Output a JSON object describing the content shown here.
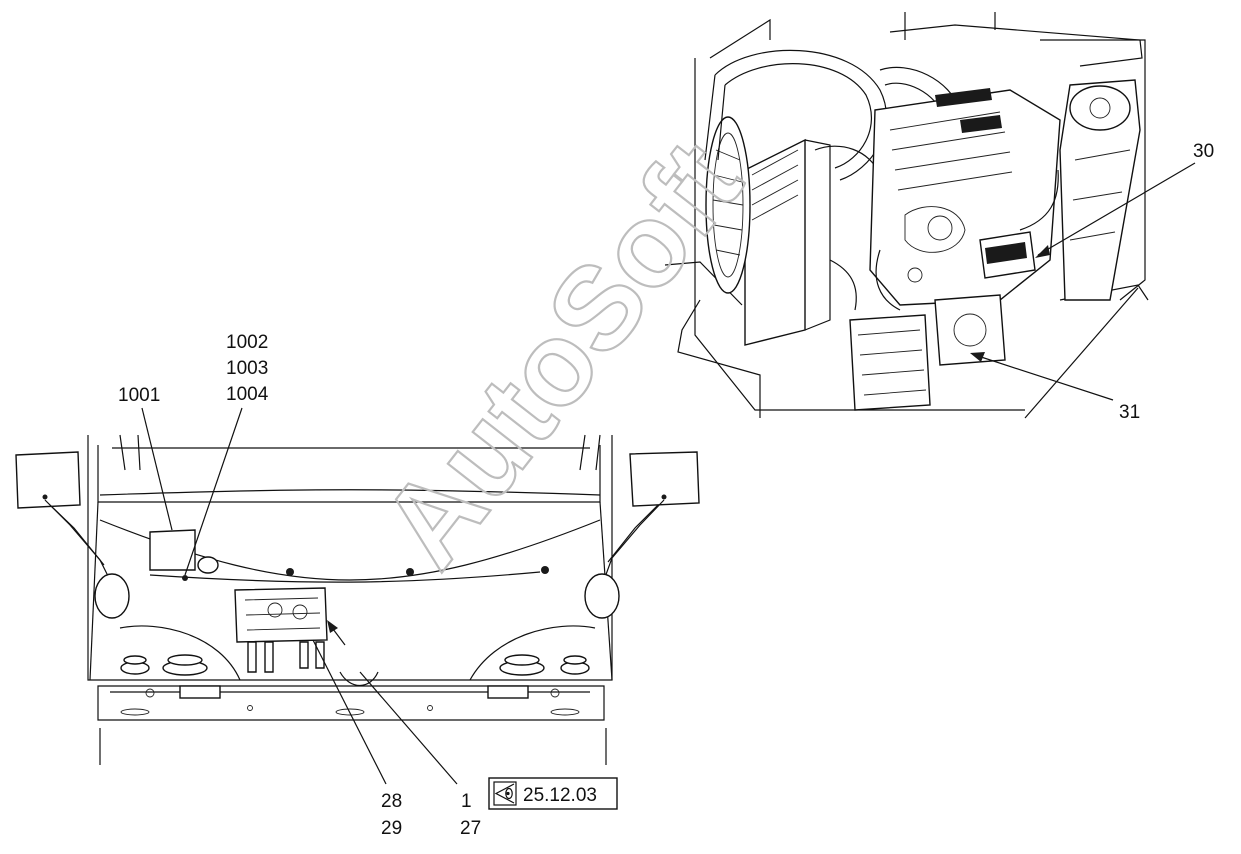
{
  "watermark": "AutoSoft",
  "callouts": {
    "c1001": "1001",
    "c1002": "1002",
    "c1003": "1003",
    "c1004": "1004",
    "c28": "28",
    "c29": "29",
    "c1": "1",
    "c27": "27",
    "c30": "30",
    "c31": "31"
  },
  "view_reference": {
    "label": "25.12.03",
    "icon": "eye-view-icon"
  }
}
